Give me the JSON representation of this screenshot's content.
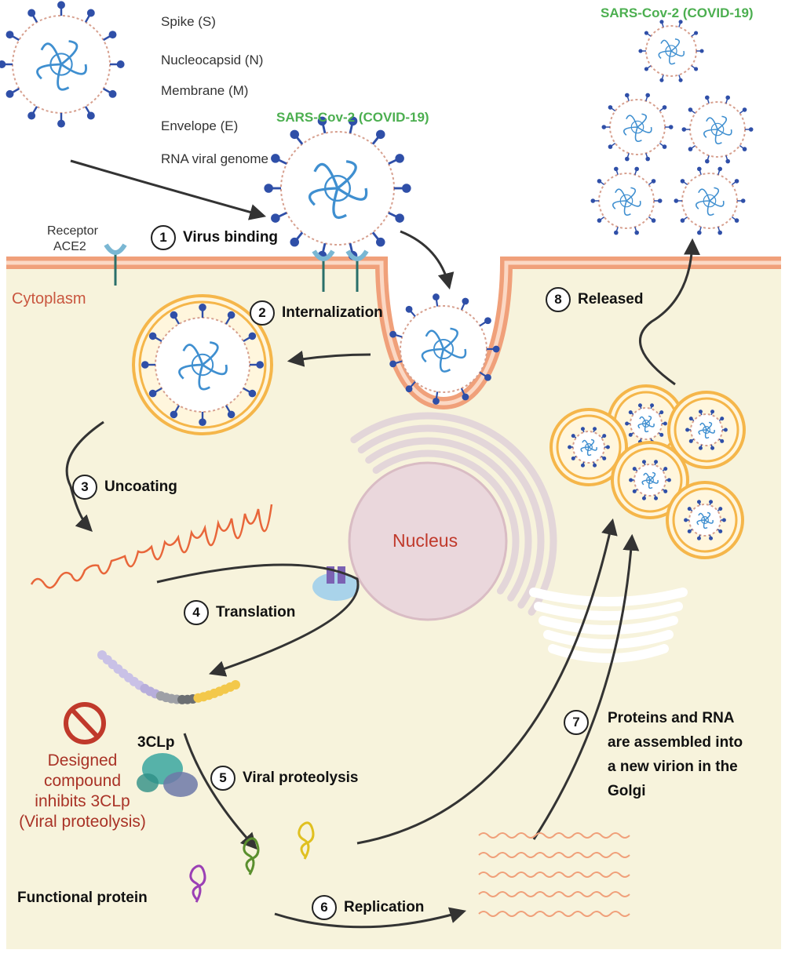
{
  "virion_parts": {
    "spike": "Spike (S)",
    "nucleocapsid": "Nucleocapsid (N)",
    "membrane": "Membrane (M)",
    "envelope": "Envelope (E)",
    "rna_genome": "RNA viral genome"
  },
  "virus_name": "SARS-Cov-2 (COVID-19)",
  "receptor": {
    "line1": "Receptor",
    "line2": "ACE2"
  },
  "cytoplasm": "Cytoplasm",
  "nucleus": "Nucleus",
  "steps": [
    {
      "num": "1",
      "label": "Virus binding"
    },
    {
      "num": "2",
      "label": "Internalization"
    },
    {
      "num": "3",
      "label": "Uncoating"
    },
    {
      "num": "4",
      "label": "Translation"
    },
    {
      "num": "5",
      "label": "Viral proteolysis"
    },
    {
      "num": "6",
      "label": "Replication"
    },
    {
      "num": "7",
      "lines": [
        "Proteins and RNA",
        "are assembled into",
        "a new virion in the",
        "Golgi"
      ]
    },
    {
      "num": "8",
      "label": "Released"
    }
  ],
  "protease": "3CLp",
  "inhibitor_lines": [
    "Designed",
    "compound",
    "inhibits 3CLp",
    "(Viral proteolysis)"
  ],
  "functional_protein": "Functional protein",
  "colors": {
    "cytoplasm": "#f7f3dc",
    "membrane": "#f0a07a",
    "vesicle": "#f5b64a",
    "spike": "#2f4fa8",
    "capsid": "#3f8fd0",
    "rna": "#e8663a",
    "virus_label": "#4caf50",
    "inhibitor": "#c0392b"
  }
}
